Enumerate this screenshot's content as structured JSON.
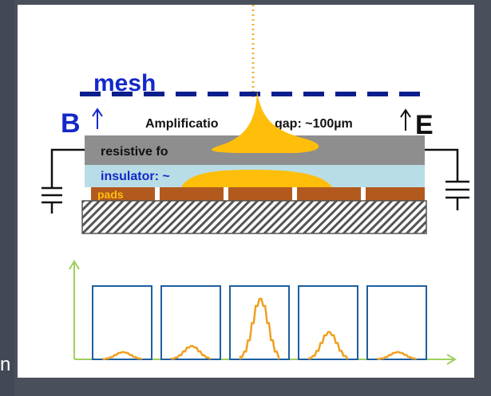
{
  "diagram": {
    "mesh_label": "mesh",
    "b_label": "B",
    "e_label": "E",
    "gap_label_left": "Amplificatio",
    "gap_label_right": "gap: ~100µm",
    "resistive_label": "resistive fo",
    "insulator_label": "insulator: ~",
    "pads_label": "pads",
    "side_glyph": "n"
  },
  "signal_profile": {
    "pad_count": 5,
    "pad_amplitudes": [
      0.12,
      0.22,
      1.0,
      0.45,
      0.12
    ]
  },
  "colors": {
    "mesh": "#0a1e8c",
    "field_labels": "#1428c8",
    "resistive": "#8e8e8e",
    "insulator": "#b8dde6",
    "pads": "#b25a1e",
    "charge": "#ffbe0a",
    "readout_box": "#1f5fa0",
    "signal": "#f0a020",
    "axis": "#9fcf5f"
  }
}
